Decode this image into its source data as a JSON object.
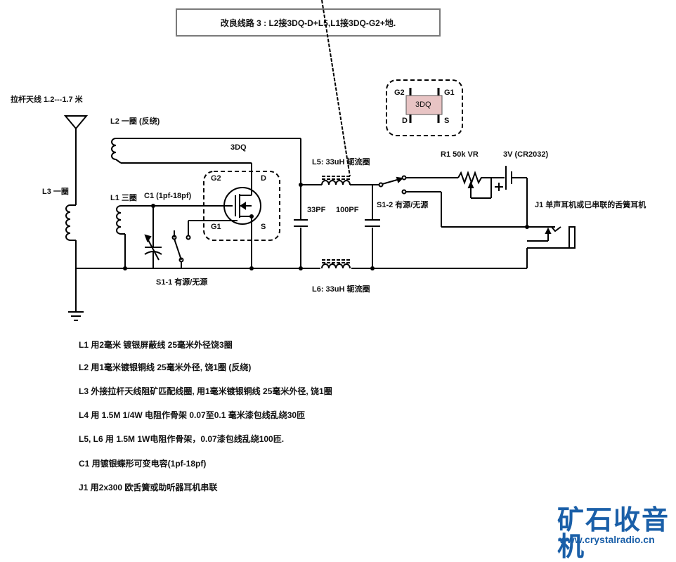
{
  "title": "改良线路 3 : L2接3DQ-D+L5,L1接3DQ-G2+地.",
  "labels": {
    "antenna": "拉杆天线 1.2---1.7 米",
    "l2": "L2 一圈 (反绕)",
    "l3": "L3 一圈",
    "l1": "L1 三圈",
    "c1": "C1 (1pf-18pf)",
    "transistor": "3DQ",
    "g2": "G2",
    "d": "D",
    "g1": "G1",
    "s": "S",
    "s1_1": "S1-1 有源/无源",
    "l5": "L5: 33uH 轭流圈",
    "l6": "L6: 33uH 轭流圈",
    "c33": "33PF",
    "c100": "100PF",
    "s1_2": "S1-2 有源/无源",
    "r1": "R1 50k VR",
    "battery": "3V (CR2032)",
    "battery_plus": "+",
    "j1": "J1 单声耳机或已串联的舌簧耳机"
  },
  "pinout": {
    "body": "3DQ",
    "g2": "G2",
    "g1": "G1",
    "d": "D",
    "s": "S",
    "body_color": "#e8c4c4"
  },
  "notes": [
    "L1 用2毫米 镀银屏蔽线 25毫米外径饶3圈",
    "L2 用1毫米镀银铜线 25毫米外径, 饶1圈 (反绕)",
    "L3 外接拉杆天线阻矿匹配线圈, 用1毫米镀银铜线 25毫米外径, 饶1圈",
    "L4 用 1.5M 1/4W 电阻作骨架 0.07至0.1 毫米漆包线乱绕30匝",
    "L5, L6 用 1.5M 1W电阻作骨架，0.07漆包线乱绕100匝.",
    "C1 用镀银蝶形可变电容(1pf-18pf)",
    "J1 用2x300 欧舌簧或助听器耳机串联"
  ],
  "brand": {
    "name": "矿石收音机",
    "url": "www.crystalradio.cn",
    "color": "#1a5fa8"
  }
}
